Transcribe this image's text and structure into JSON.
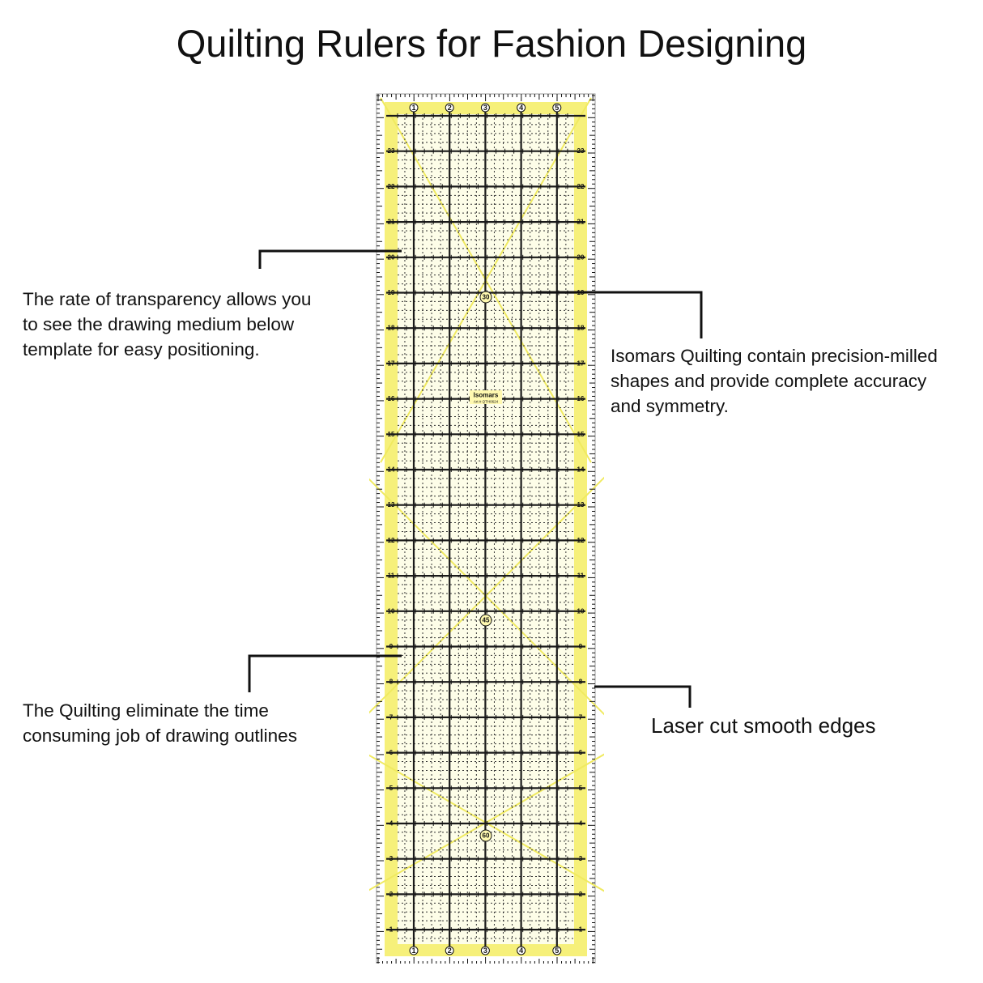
{
  "page": {
    "title": "Quilting Rulers for Fashion Designing"
  },
  "callouts": {
    "top_left": {
      "lines": [
        "The rate of transparency allows you",
        "to see the drawing medium below",
        "template for easy positioning."
      ]
    },
    "top_right": {
      "lines": [
        "Isomars Quilting contain precision-milled",
        "shapes and provide complete accuracy",
        "and symmetry."
      ]
    },
    "bottom_left": {
      "lines": [
        "The Quilting eliminate the time",
        "consuming job of drawing outlines"
      ]
    },
    "bottom_right": {
      "lines": [
        "Laser cut smooth edges"
      ]
    }
  },
  "ruler": {
    "width_inches": 6,
    "length_inches": 24,
    "top_numbers": [
      "1",
      "2",
      "3",
      "4",
      "5"
    ],
    "bottom_numbers": [
      "1",
      "2",
      "3",
      "4",
      "5"
    ],
    "side_numbers": [
      "23",
      "22",
      "21",
      "20",
      "19",
      "18",
      "17",
      "16",
      "15",
      "14",
      "13",
      "12",
      "11",
      "10",
      "9",
      "8",
      "7",
      "6",
      "5",
      "4",
      "3",
      "2",
      "1"
    ],
    "angle_labels": [
      "30",
      "45",
      "60"
    ],
    "brand": "Isomars",
    "article_code": "Art # QTH0624",
    "colors": {
      "border_yellow": "#f6f07a",
      "clear_area": "#fdfde8",
      "inch_line": "#1a1a1a",
      "angle_line": "#f0ea60"
    }
  }
}
